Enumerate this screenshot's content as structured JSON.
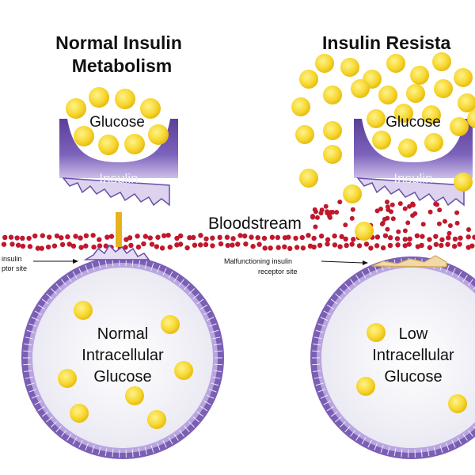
{
  "colors": {
    "glucose": "#f6d62e",
    "insulin": "#6b4fa8",
    "membrane": "#7a5fb5",
    "blood_cell": "#c0182c",
    "cell_interior": "#f1f1f6"
  },
  "left_panel": {
    "title_line1": "Normal Insulin",
    "title_line2": "Metabolism",
    "glucose_label": "Glucose",
    "insulin_label": "Insulin",
    "receptor_label_line1": "insulin",
    "receptor_label_line2": "ptor site",
    "cell_line1": "Normal",
    "cell_line2": "Intracellular",
    "cell_line3": "Glucose"
  },
  "right_panel": {
    "title": "Insulin Resista",
    "glucose_label": "Glucose",
    "insulin_label": "Insulin",
    "receptor_label_line1": "Malfunctioning insulin",
    "receptor_label_line2": "receptor site",
    "cell_line1": "Low",
    "cell_line2": "Intracellular",
    "cell_line3": "Glucose"
  },
  "bloodstream_label": "Bloodstream"
}
